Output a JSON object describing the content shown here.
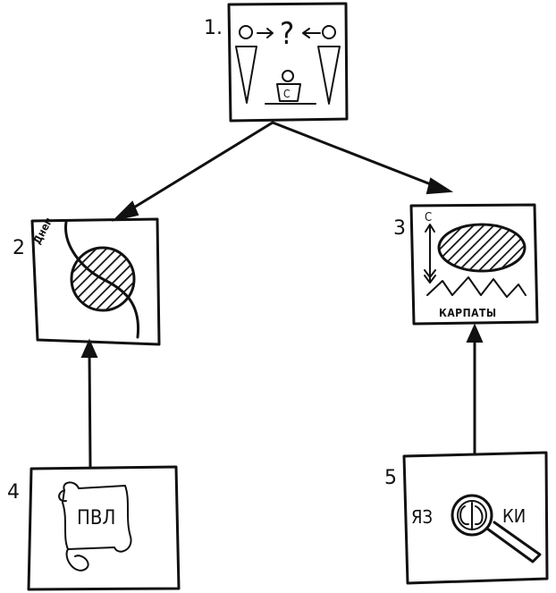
{
  "nodes": [
    {
      "id": "1",
      "label": "1.",
      "content": [
        "?",
        "C"
      ]
    },
    {
      "id": "2",
      "label": "2",
      "content": [
        "Днеп"
      ]
    },
    {
      "id": "3",
      "label": "3",
      "content": [
        "С",
        "КАРПАТЫ"
      ]
    },
    {
      "id": "4",
      "label": "4",
      "content": [
        "ПВЛ"
      ]
    },
    {
      "id": "5",
      "label": "5",
      "content": [
        "ЯЗ",
        "КИ"
      ]
    }
  ],
  "edges": [
    {
      "from": "1",
      "to": "2"
    },
    {
      "from": "1",
      "to": "3"
    },
    {
      "from": "4",
      "to": "2"
    },
    {
      "from": "5",
      "to": "3"
    }
  ]
}
